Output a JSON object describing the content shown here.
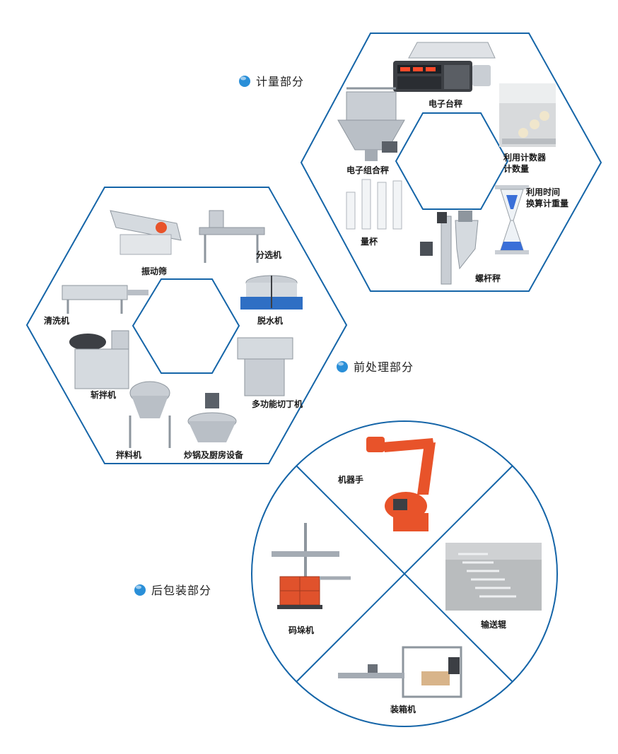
{
  "colors": {
    "outline": "#1565a8",
    "bullet": "#2a8fd8",
    "steel": "#c9ced4",
    "steel_dark": "#8e969e",
    "robot": "#e8532a",
    "carton": "#e0522c",
    "sand": "#3a6fd8"
  },
  "sections": {
    "measuring": {
      "title": "计量部分"
    },
    "preprocessing": {
      "title": "前处理部分"
    },
    "packaging": {
      "title": "后包装部分"
    }
  },
  "measuring_items": {
    "platform_scale": "电子台秤",
    "counting_line1": "利用计数器",
    "counting_line2": "计数量",
    "multihead": "电子组合秤",
    "time_line1": "利用时间",
    "time_line2": "换算计重量",
    "cylinder": "量杯",
    "screw": "螺杆秤"
  },
  "preprocessing_items": {
    "vibrating_sieve": "振动筛",
    "sorter": "分选机",
    "washer": "清洗机",
    "dewatering": "脱水机",
    "chopper": "斩拌机",
    "cutter": "多功能切丁机",
    "mixer": "拌料机",
    "wok": "炒锅及厨房设备"
  },
  "packaging_items": {
    "robot_arm": "机器手",
    "palletizer": "码垛机",
    "roller": "输送辊",
    "case_packer": "装箱机"
  }
}
